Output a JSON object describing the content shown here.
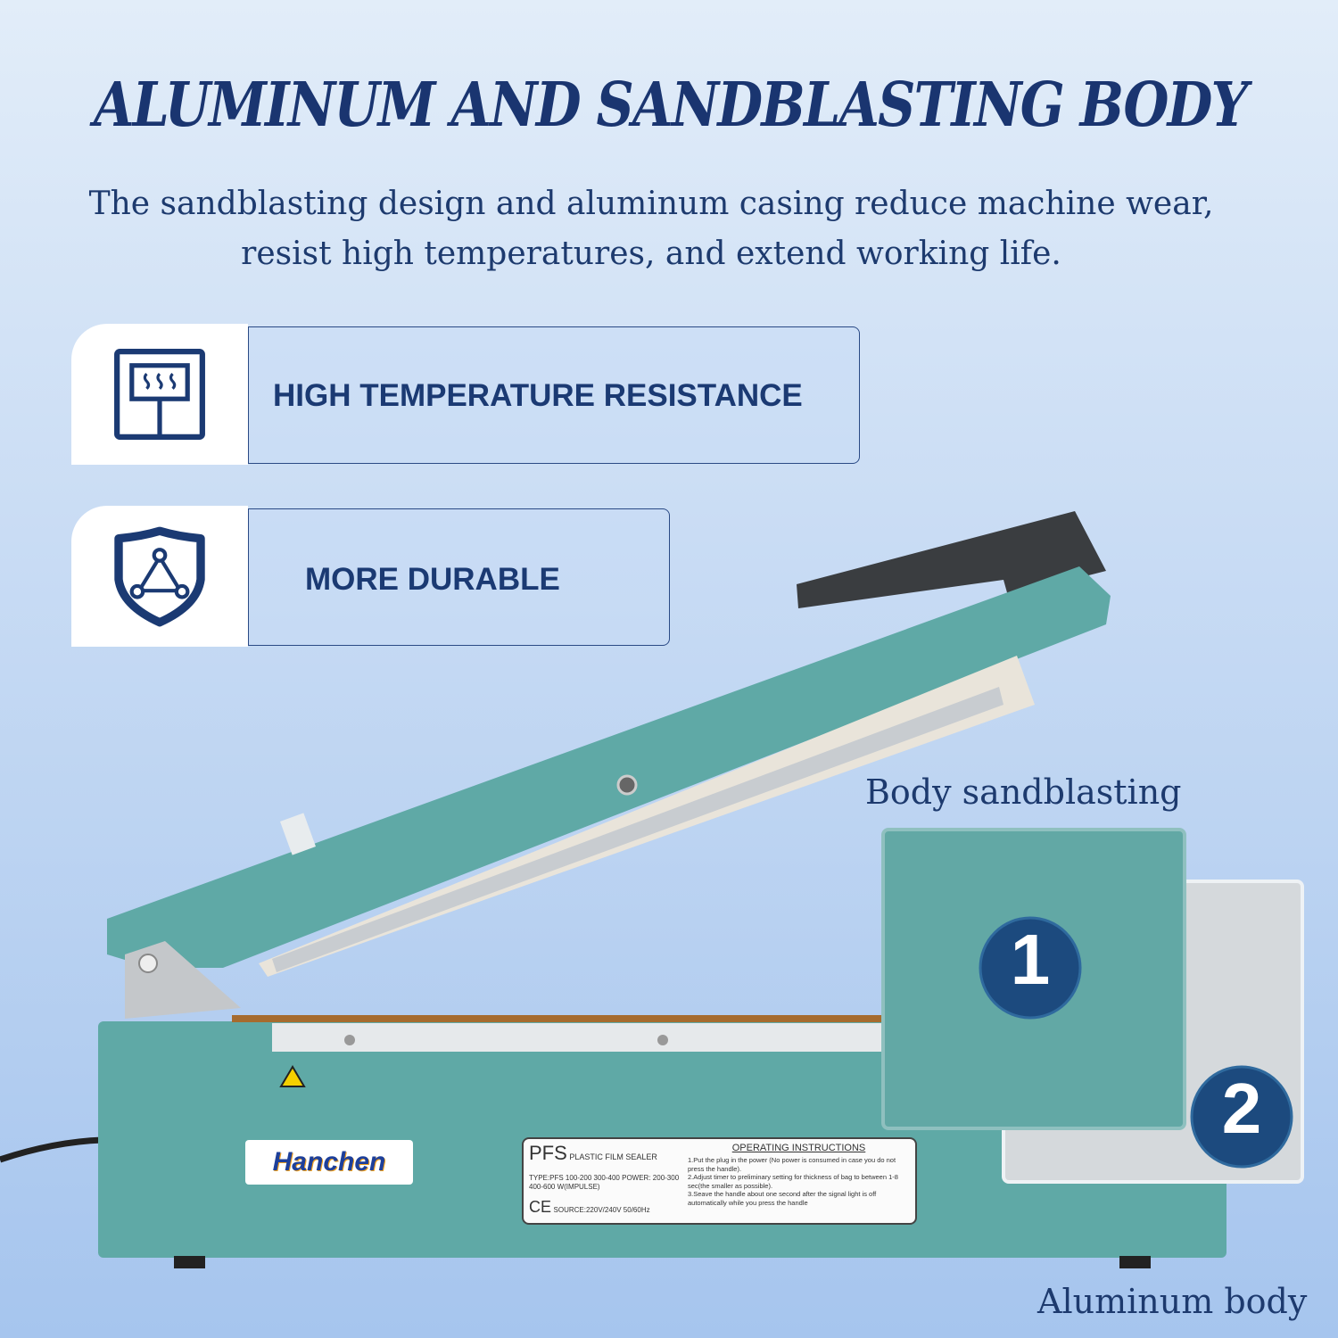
{
  "title": "ALUMINUM  AND SANDBLASTING BODY",
  "subtitle": {
    "line1": "The sandblasting design and aluminum casing reduce machine wear,",
    "line2": "resist high temperatures, and extend working life."
  },
  "features": [
    {
      "icon": "heat-panel-icon",
      "label": "HIGH TEMPERATURE RESISTANCE"
    },
    {
      "icon": "shield-triangle-icon",
      "label": "MORE DURABLE"
    }
  ],
  "callouts": {
    "body": "Body sandblasting",
    "aluminum": "Aluminum body",
    "badge1": "1",
    "badge2": "2"
  },
  "product": {
    "brand": "Hanchen",
    "plate": {
      "model": "PFS",
      "name": "PLASTIC FILM SEALER",
      "type": "TYPE:PFS",
      "type_sizes": "100-200 300-400",
      "power": "POWER:",
      "power_values": "200-300 400-600",
      "power_unit": "W(IMPULSE)",
      "ce": "CE",
      "source": "SOURCE:220V/240V  50/60Hz",
      "instructions_title": "OPERATING INSTRUCTIONS",
      "instructions": [
        "1.Put the plug in the power (No power is consumed in case you do not press the handle).",
        "2.Adjust timer to preliminary setting for thickness of bag to between 1-8 sec(the smaller as possible).",
        "3.Seave the handle about one second after the signal light is off automatically while you press the handle"
      ]
    }
  },
  "colors": {
    "navy": "#1b3a73",
    "teal": "#5fa9a6",
    "silver": "#d9dde0"
  }
}
